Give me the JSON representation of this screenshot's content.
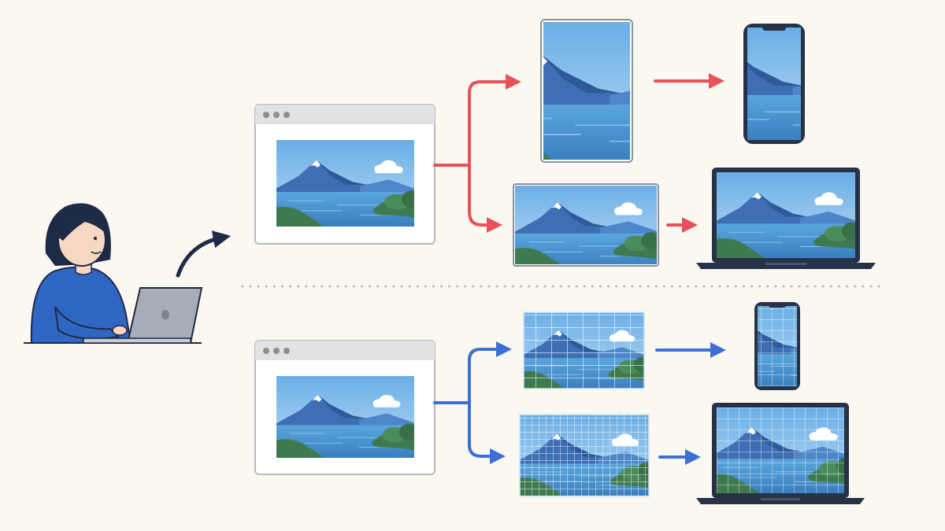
{
  "colors": {
    "background": "#fbf8f1",
    "route_top": "#e8505b",
    "route_bottom": "#3d6fd6",
    "device_frame": "#273246",
    "person_shirt": "#2f66c4",
    "person_hair": "#1f2a44",
    "browser_bar": "#e2e2e2",
    "sky": "#8ec4ec",
    "mountain": "#3e6fb4",
    "water": "#4d97cf",
    "trees": "#3f7a4e"
  },
  "icons": {
    "person": "person-at-laptop-icon",
    "curved_arrow": "curved-arrow-icon",
    "browser": "browser-window-icon",
    "tablet": "tablet-icon",
    "phone": "phone-icon",
    "laptop": "laptop-icon",
    "image": "landscape-image-icon"
  },
  "flows": [
    {
      "id": "top",
      "source": "browser-window",
      "variant": "cropped-image",
      "targets": [
        "portrait-tablet",
        "phone",
        "landscape-image",
        "laptop"
      ]
    },
    {
      "id": "bottom",
      "source": "browser-window",
      "variant": "gridded-image",
      "targets": [
        "coarse-grid-image",
        "phone",
        "fine-grid-image",
        "laptop"
      ]
    }
  ]
}
